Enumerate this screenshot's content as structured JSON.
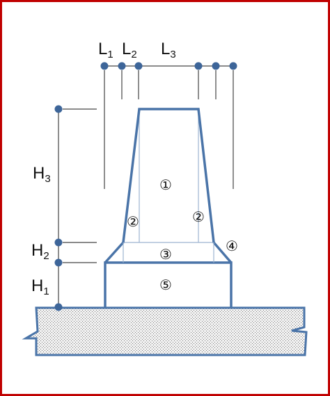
{
  "colors": {
    "border": "#c00000",
    "structure": "#4a74a8",
    "dot": "#3d6599",
    "thin": "#9db4d0",
    "dim": "#444444",
    "ground_fill": "#f2f2f2",
    "ground_stipple": "#777777"
  },
  "dimensions": {
    "top": [
      {
        "main": "L",
        "sub": "1"
      },
      {
        "main": "L",
        "sub": "2"
      },
      {
        "main": "L",
        "sub": "3"
      }
    ],
    "left": [
      {
        "main": "H",
        "sub": "3"
      },
      {
        "main": "H",
        "sub": "2"
      },
      {
        "main": "H",
        "sub": "1"
      }
    ]
  },
  "regions": [
    "①",
    "②",
    "②",
    "③",
    "④",
    "⑤"
  ]
}
